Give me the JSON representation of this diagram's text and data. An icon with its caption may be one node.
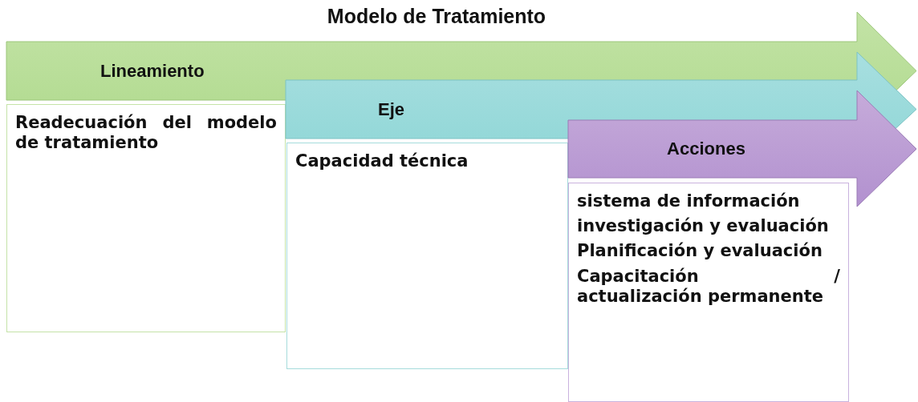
{
  "diagram": {
    "title": "Modelo de Tratamiento",
    "nodes": [
      {
        "text": [
          "Lineamiento"
        ]
      },
      {
        "text": [
          "Readecuación del modelo de tratamiento"
        ]
      },
      {
        "text": [
          "Eje"
        ]
      },
      {
        "text": [
          "Capacidad técnica"
        ]
      },
      {
        "text": [
          "Acciones"
        ]
      },
      {
        "text": [
          "sistema de información",
          "investigación y evaluación",
          "Planificación y evaluación",
          "Capacitación / actualización permanente"
        ]
      }
    ]
  }
}
